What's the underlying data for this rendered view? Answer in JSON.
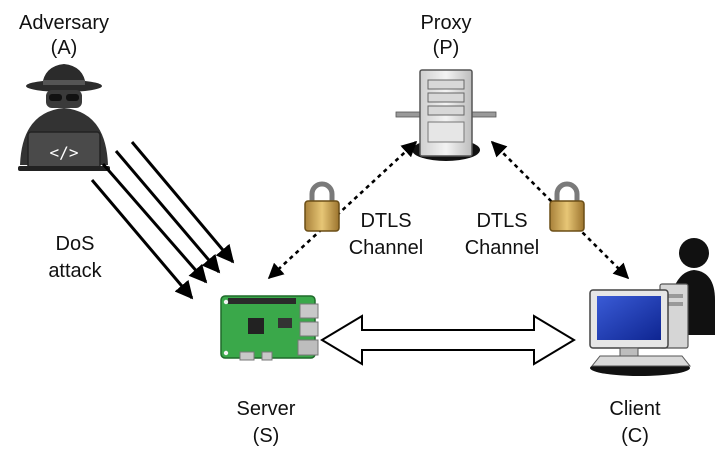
{
  "adversary": {
    "name": "Adversary",
    "id": "(A)"
  },
  "proxy": {
    "name": "Proxy",
    "id": "(P)"
  },
  "server": {
    "name": "Server",
    "id": "(S)"
  },
  "client": {
    "name": "Client",
    "id": "(C)"
  },
  "dos": {
    "line1": "DoS",
    "line2": "attack"
  },
  "channel_left": {
    "line1": "DTLS",
    "line2": "Channel"
  },
  "channel_right": {
    "line1": "DTLS",
    "line2": "Channel"
  },
  "laptop_code": "</>",
  "icons": {
    "adversary": "hacker-icon",
    "proxy": "server-tower-icon",
    "server": "raspberry-pi-board-icon",
    "client": "computer-user-icon",
    "lock": "padlock-icon"
  }
}
